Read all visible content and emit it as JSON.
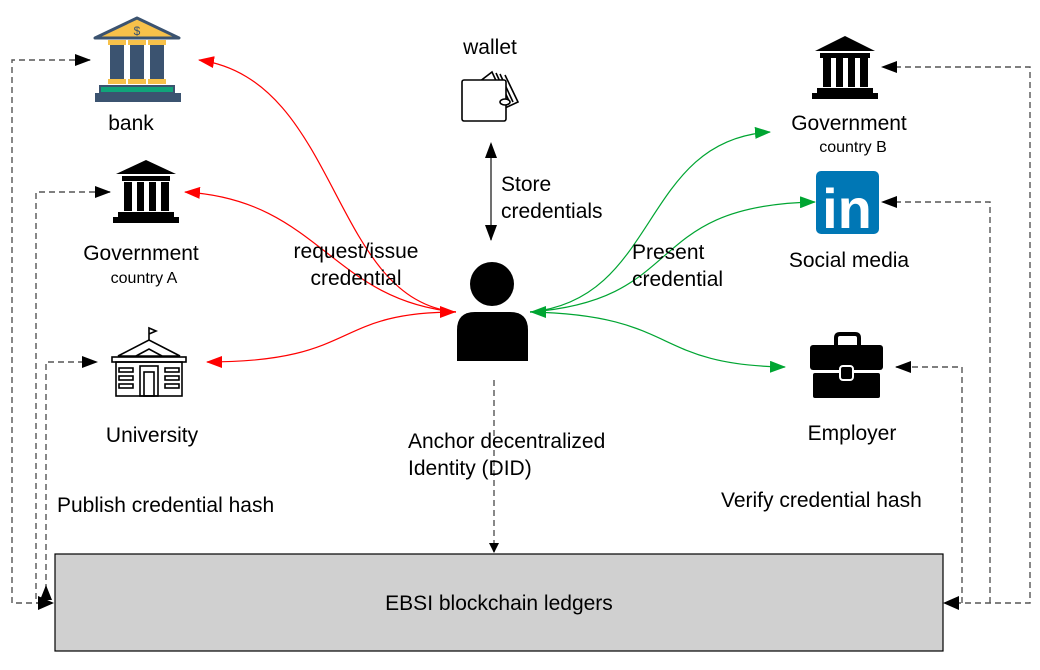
{
  "nodes": {
    "bank": {
      "label": "bank",
      "icon": "bank-icon",
      "symbol": "$"
    },
    "gov_a": {
      "label": "Government",
      "sublabel": "country A",
      "icon": "government-building-icon"
    },
    "university": {
      "label": "University",
      "icon": "university-building-icon"
    },
    "wallet": {
      "label": "wallet",
      "icon": "wallet-icon"
    },
    "user": {
      "icon": "person-icon"
    },
    "gov_b": {
      "label": "Government",
      "sublabel": "country B",
      "icon": "government-building-icon"
    },
    "social": {
      "label": "Social media",
      "icon": "linkedin-icon",
      "logo_text": "in"
    },
    "employer": {
      "label": "Employer",
      "icon": "briefcase-icon"
    },
    "ledger": {
      "label": "EBSI blockchain ledgers"
    }
  },
  "edges": {
    "store": [
      "Store",
      "credentials"
    ],
    "request": [
      "request/issue",
      "credential"
    ],
    "present": [
      "Present",
      "credential"
    ],
    "anchor": [
      "Anchor decentralized",
      "Identity (DID)"
    ],
    "publish": "Publish credential hash",
    "verify": "Verify credential hash"
  },
  "colors": {
    "issue_arrow": "#ff0000",
    "present_arrow": "#00a532",
    "ledger_fill": "#d0d0d0",
    "linkedin": "#0077b5",
    "bank_roof": "#f7c14a",
    "bank_column": "#3b5370",
    "bank_base": "#11a47a"
  }
}
